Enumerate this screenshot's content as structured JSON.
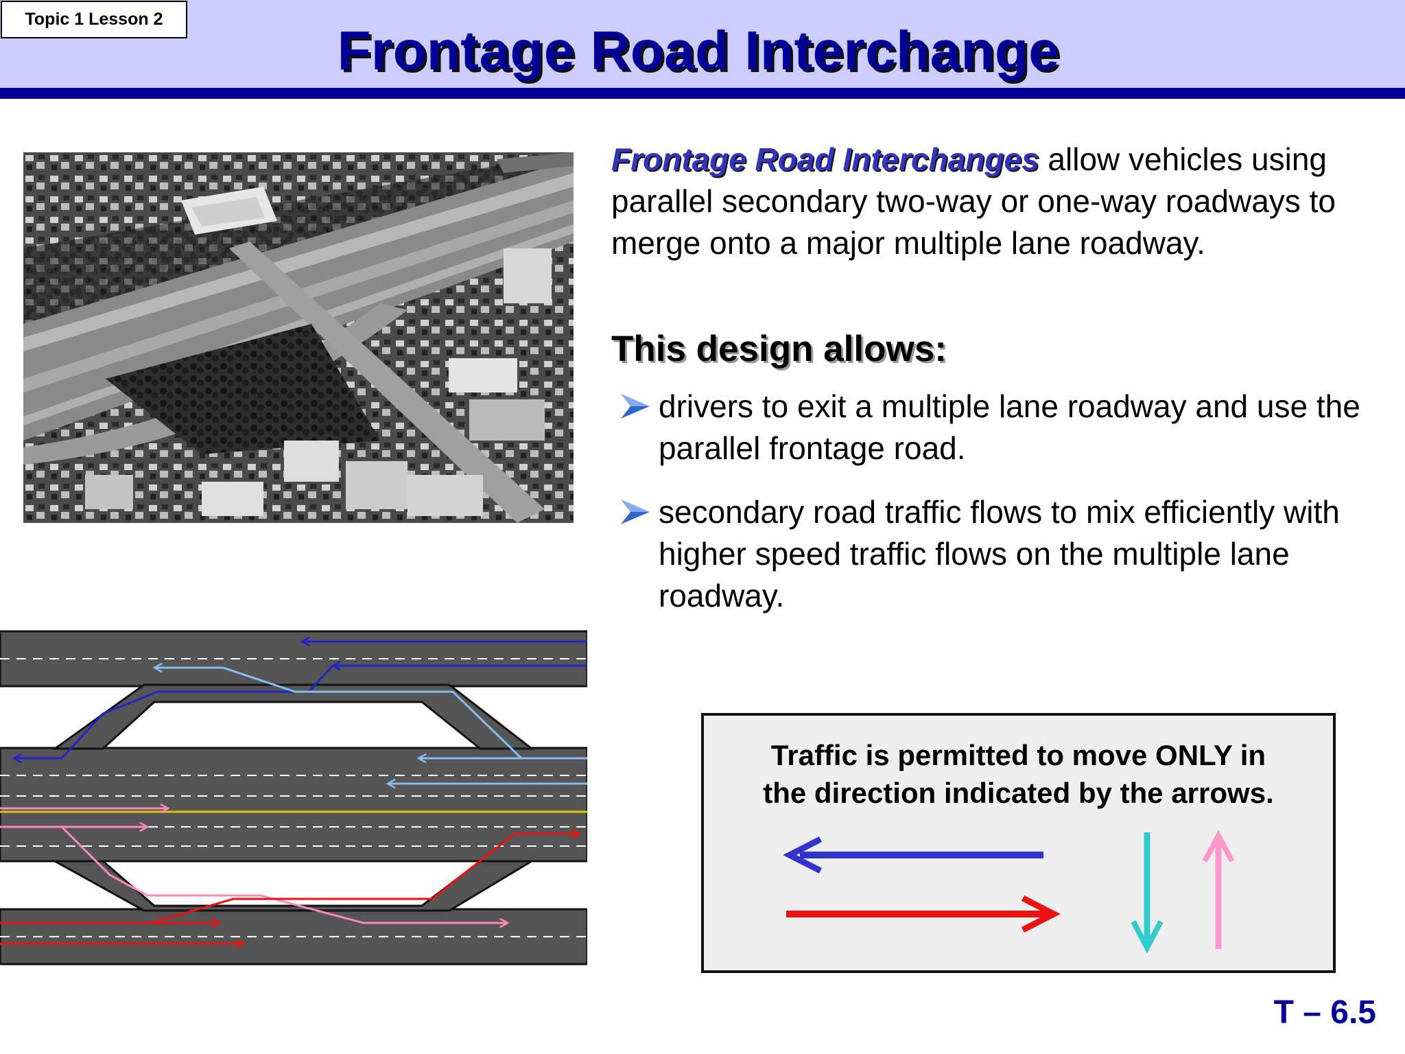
{
  "header": {
    "topic_label": "Topic 1 Lesson 2",
    "title": "Frontage Road Interchange"
  },
  "intro": {
    "term": "Frontage Road Interchanges",
    "text": " allow vehicles using parallel secondary two-way or one-way roadways to merge onto a major multiple lane roadway."
  },
  "allows": {
    "heading": "This design allows:",
    "bullets": [
      "drivers to exit a multiple lane roadway and use the parallel frontage road.",
      "secondary road traffic flows to mix efficiently with higher speed traffic flows on the multiple lane roadway."
    ]
  },
  "note": {
    "line1": "Traffic is permitted to move ONLY in",
    "line2": "the direction indicated by the arrows."
  },
  "page_number": "T – 6.5",
  "colors": {
    "title_blue": "#000099",
    "header_band": "#ccccff",
    "arrow_dark_blue": "#2222cc",
    "arrow_light_blue": "#88bbee",
    "arrow_red": "#ee1111",
    "arrow_pink": "#ff88bb",
    "arrow_cyan": "#33cccc",
    "road_gray": "#555555",
    "centerline_yellow": "#ddcc00"
  },
  "icons": {
    "bullet": "chevron-arrow-icon",
    "photo": "aerial-interchange-photo"
  }
}
